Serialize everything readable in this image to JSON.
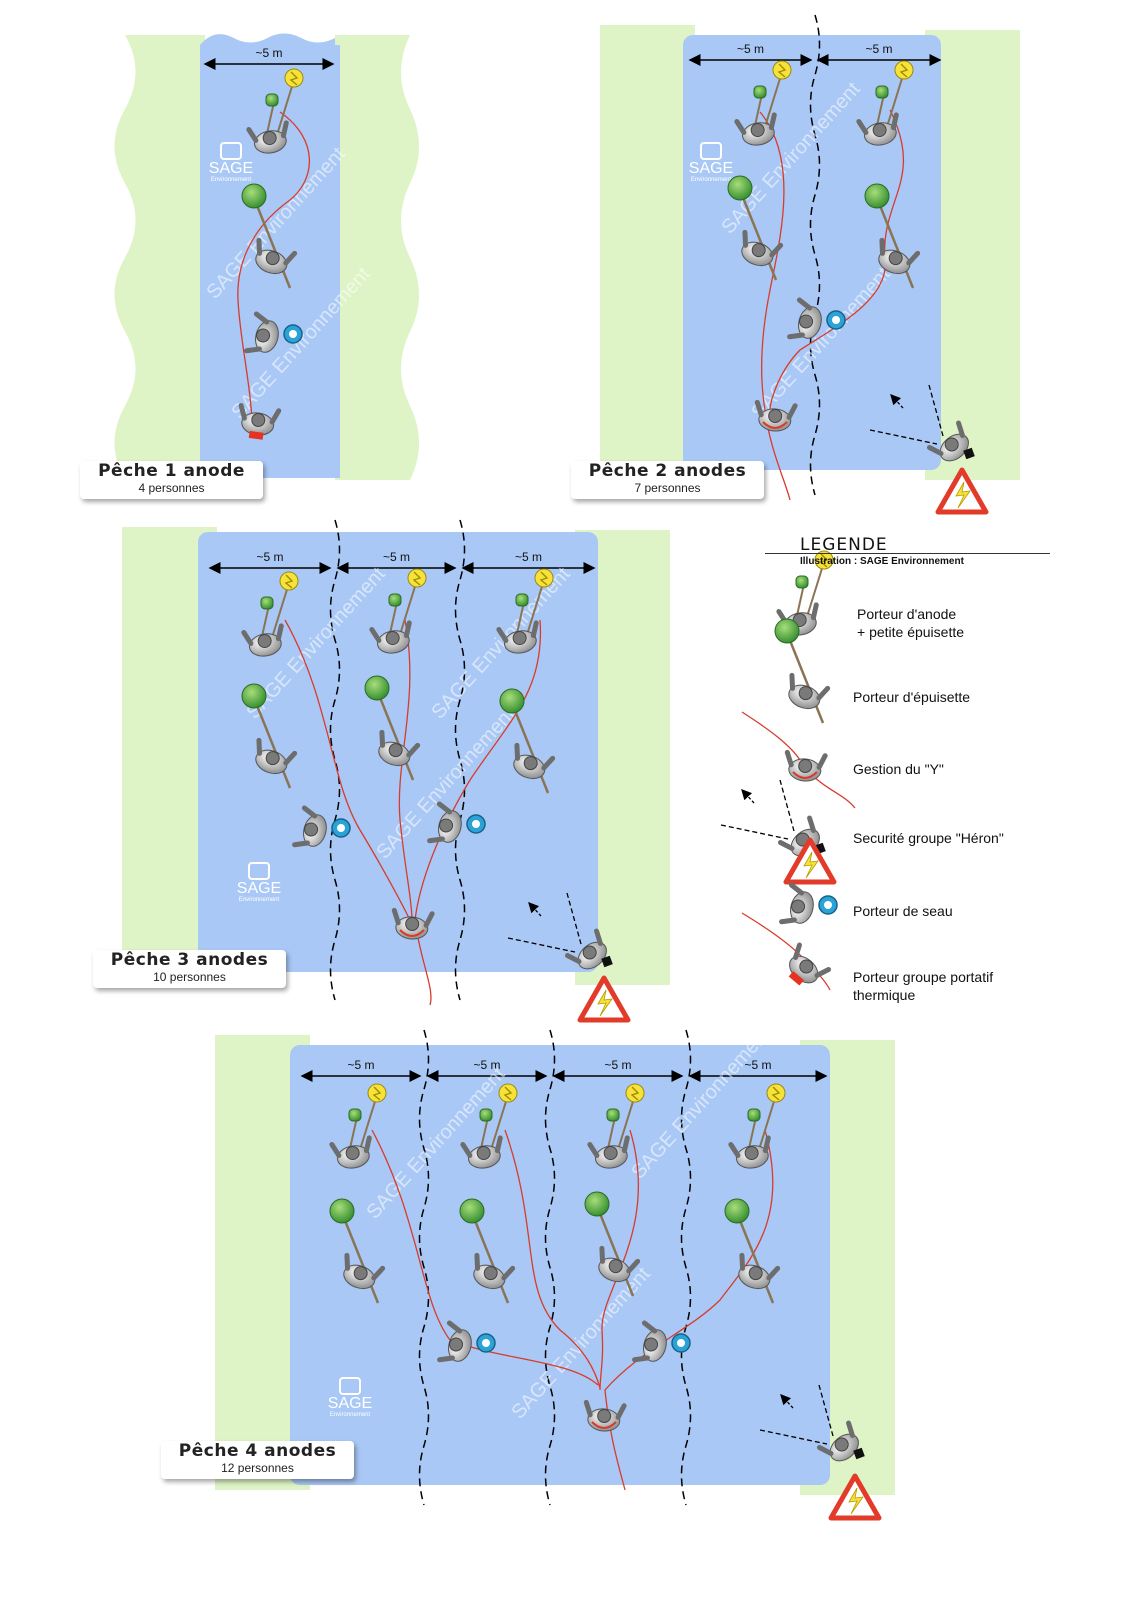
{
  "width_label": "~5 m",
  "panels": [
    {
      "title": "Pêche 1 anode",
      "subtitle": "4 personnes"
    },
    {
      "title": "Pêche 2 anodes",
      "subtitle": "7 personnes"
    },
    {
      "title": "Pêche 3 anodes",
      "subtitle": "10 personnes"
    },
    {
      "title": "Pêche 4 anodes",
      "subtitle": "12 personnes"
    }
  ],
  "legend": {
    "title": "LEGENDE",
    "credit": "Illustration : SAGE Environnement",
    "items": [
      {
        "line1": "Porteur d'anode",
        "line2": "+ petite épuisette"
      },
      {
        "line1": "Porteur d'épuisette",
        "line2": ""
      },
      {
        "line1": "Gestion du \"Y\"",
        "line2": ""
      },
      {
        "line1": "Securité groupe \"Héron\"",
        "line2": ""
      },
      {
        "line1": "Porteur de seau",
        "line2": ""
      },
      {
        "line1": "Porteur groupe portatif",
        "line2": "thermique"
      }
    ]
  },
  "watermark": "SAGE Environnement",
  "logo": {
    "name": "SAGE",
    "tag": "Environnement"
  },
  "colors": {
    "water": "#a9c8f5",
    "bank": "#def4c6",
    "cable": "#d93b2b",
    "net": "#3fa33c",
    "anode": "#f6e23a",
    "bucket": "#2ba3d6",
    "warning": "#e23b2a"
  }
}
